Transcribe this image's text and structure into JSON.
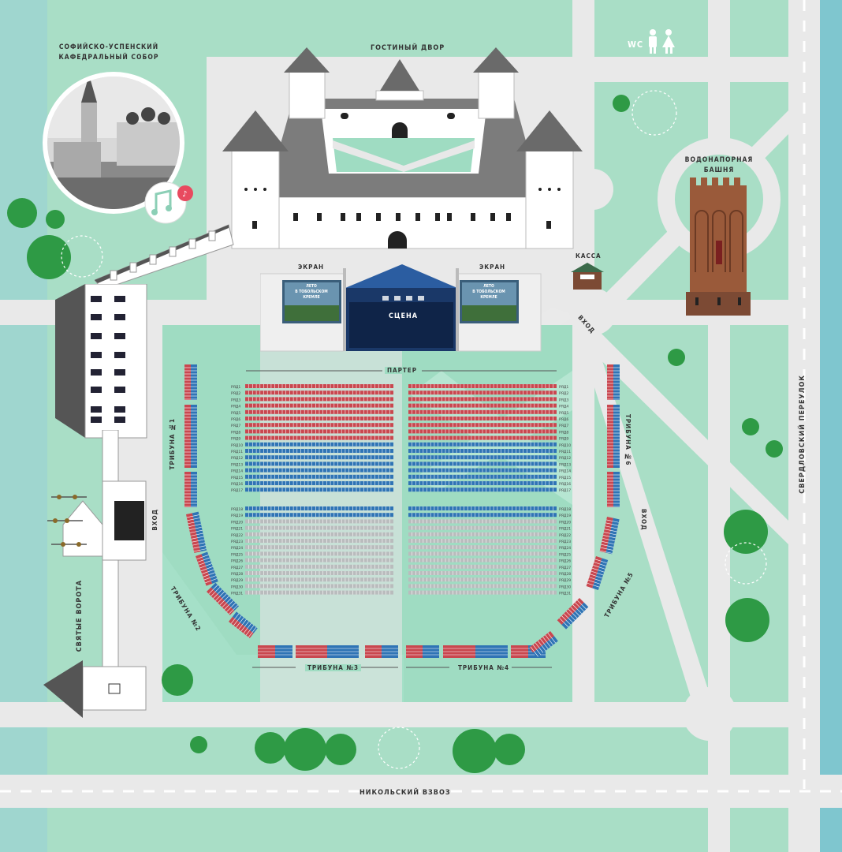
{
  "labels": {
    "sofia_cathedral": "СОФИЙСКО-УСПЕНСКИЙ\nКАФЕДРАЛЬНЫЙ СОБОР",
    "gostiny_dvor": "ГОСТИНЫЙ ДВОР",
    "wc": "WC",
    "water_tower": "ВОДОНАПОРНАЯ\nБАШНЯ",
    "kassa": "КАССА",
    "screen_left": "ЭКРАН",
    "screen_right": "ЭКРАН",
    "stage": "СЦЕНА",
    "entrance_top": "ВХОД",
    "entrance_left": "ВХОД",
    "entrance_right": "ВХОД",
    "parter": "ПАРТЕР",
    "tribune_1": "ТРИБУНА №1",
    "tribune_2": "ТРИБУНА №2",
    "tribune_3": "ТРИБУНА №3",
    "tribune_4": "ТРИБУНА №4",
    "tribune_5": "ТРИБУНА №5",
    "tribune_6": "ТРИБУНА №6",
    "holy_gates": "СВЯТЫЕ ВОРОТА",
    "sverdlovsky": "СВЕРДЛОВСКИЙ ПЕРЕУЛОК",
    "nikolsky": "НИКОЛЬСКИЙ ВЗВОЗ",
    "screen_poster": "ЛЕТО\nВ ТОБОЛЬСКОМ\nКРЕМЛЕ",
    "row_prefix": "РЯД",
    "aisle_label": "РЯД"
  },
  "parter": {
    "rows": 31,
    "red_rows": [
      1,
      2,
      3,
      4,
      5,
      6,
      7,
      8,
      9
    ],
    "blue_rows": [
      10,
      11,
      12,
      13,
      14,
      15,
      16,
      17,
      18,
      19
    ],
    "gray_rows": [
      20,
      21,
      22,
      23,
      24,
      25,
      26,
      27,
      28,
      29,
      30,
      31
    ],
    "seats_per_half": 40
  },
  "colors": {
    "red_seat": "#c9474f",
    "blue_seat": "#2f74b5",
    "gray_seat": "#b9bcbd",
    "road": "#e8e8e8",
    "grass": "#9fdcc2",
    "stage_blue": "#1d3f78"
  },
  "icons": [
    "music-note-icon",
    "male-wc-icon",
    "female-wc-icon",
    "tree-icon"
  ]
}
